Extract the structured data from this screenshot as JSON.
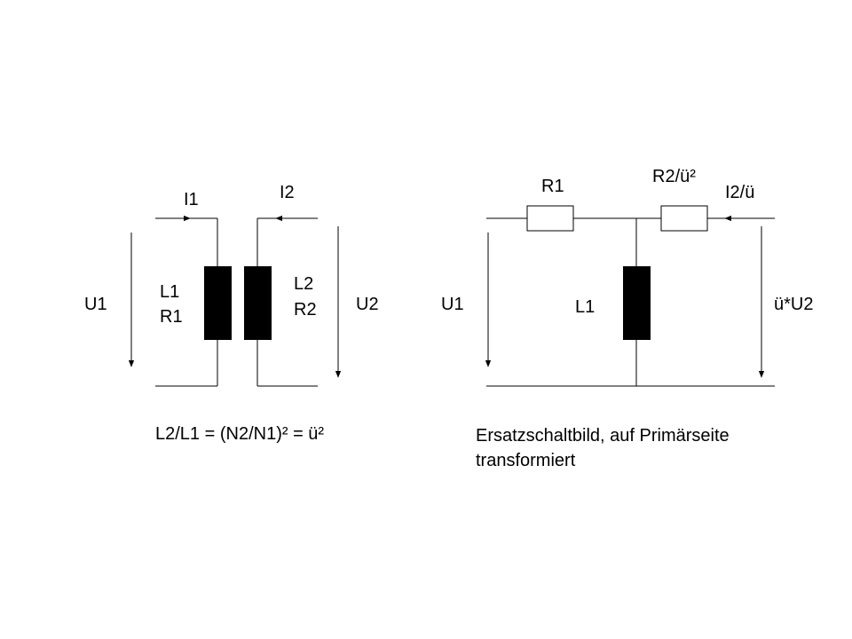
{
  "left_circuit": {
    "current_primary": "I1",
    "current_secondary": "I2",
    "voltage_primary": "U1",
    "voltage_secondary": "U2",
    "primary_label_1": "L1",
    "primary_label_2": "R1",
    "secondary_label_1": "L2",
    "secondary_label_2": "R2",
    "formula": "L2/L1 = (N2/N1)² = ü²"
  },
  "right_circuit": {
    "r1_label": "R1",
    "r2_label": "R2/ü²",
    "current_label": "I2/ü",
    "voltage_primary": "U1",
    "inductor_label": "L1",
    "voltage_secondary": "ü*U2",
    "caption_line_1": "Ersatzschaltbild, auf Primärseite",
    "caption_line_2": "transformiert"
  }
}
